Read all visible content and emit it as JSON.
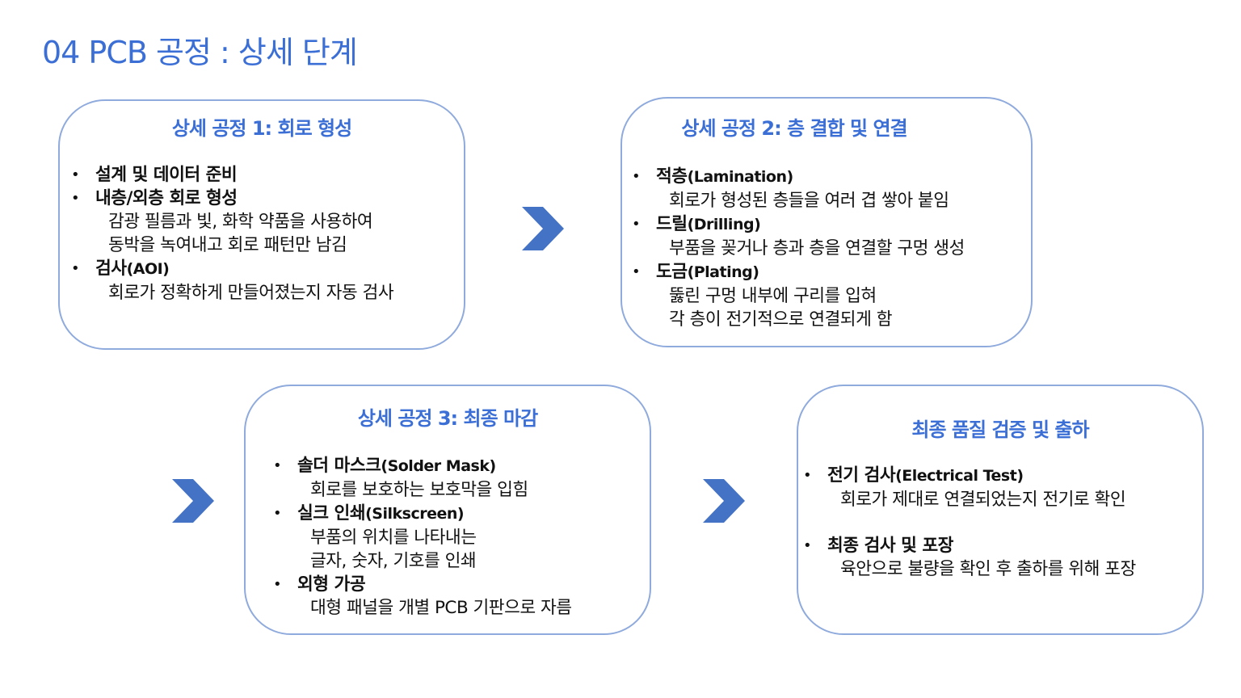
{
  "title": "04 PCB 공정 : 상세 단계",
  "colors": {
    "accent": "#3b6fd6",
    "border": "#8faadc",
    "arrow": "#4472c4"
  },
  "boxes": [
    {
      "heading": "상세 공정 1: 회로 형성",
      "items": [
        {
          "head": "설계 및 데이터 준비",
          "en": "",
          "desc": []
        },
        {
          "head": "내층/외층 회로 형성",
          "en": "",
          "desc": [
            "감광 필름과 빛, 화학 약품을 사용하여",
            "동박을 녹여내고 회로 패턴만 남김"
          ]
        },
        {
          "head": "검사",
          "en": "(AOI)",
          "desc": [
            "회로가 정확하게 만들어졌는지 자동 검사"
          ]
        }
      ]
    },
    {
      "heading": "상세 공정 2: 층 결합 및 연결",
      "items": [
        {
          "head": "적층",
          "en": "(Lamination)",
          "desc": [
            "회로가 형성된 층들을 여러 겹 쌓아 붙임"
          ]
        },
        {
          "head": "드릴",
          "en": "(Drilling)",
          "desc": [
            "부품을 꽂거나 층과 층을 연결할 구멍 생성"
          ]
        },
        {
          "head": "도금",
          "en": "(Plating)",
          "desc": [
            "뚫린 구멍 내부에 구리를 입혀",
            "각 층이 전기적으로 연결되게 함"
          ]
        }
      ]
    },
    {
      "heading": "상세 공정 3: 최종 마감",
      "items": [
        {
          "head": "솔더 마스크",
          "en": "(Solder Mask)",
          "desc": [
            "회로를 보호하는 보호막을 입힘"
          ]
        },
        {
          "head": "실크 인쇄",
          "en": "(Silkscreen)",
          "desc": [
            "부품의 위치를 나타내는",
            "글자, 숫자, 기호를 인쇄"
          ]
        },
        {
          "head": "외형 가공",
          "en": "",
          "desc": [
            "대형 패널을 개별 PCB 기판으로 자름"
          ]
        }
      ]
    },
    {
      "heading": "최종 품질 검증 및 출하",
      "items": [
        {
          "head": "전기 검사",
          "en": "(Electrical Test)",
          "desc": [
            "회로가 제대로 연결되었는지 전기로 확인"
          ]
        },
        {
          "head": "최종 검사 및 포장",
          "en": "",
          "desc": [
            "육안으로 불량을 확인 후 출하를 위해 포장"
          ]
        }
      ]
    }
  ]
}
